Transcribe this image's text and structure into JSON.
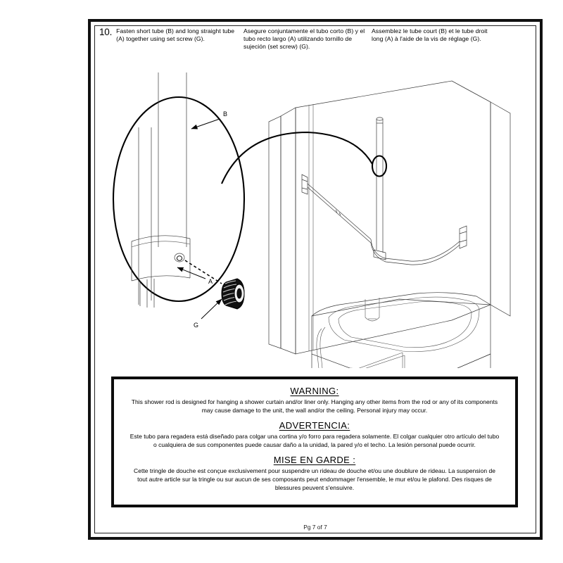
{
  "document": {
    "type": "assembly-instruction-sheet",
    "footer": "Pg 7 of 7",
    "page_border_color": "#111111"
  },
  "step": {
    "number": "10.",
    "english": "Fasten short tube (B) and long straight tube (A) together using set screw (G).",
    "spanish": "Asegure conjuntamente el tubo corto (B) y el tubo recto largo (A) utilizando tornillo de sujeción (set screw) (G).",
    "french": "Assemblez le tube court (B) et le tube droit long (A) à l'aide de la vis de réglage (G)."
  },
  "diagram": {
    "callout_labels": {
      "short_tube": "B",
      "long_tube": "A",
      "set_screw": "G"
    },
    "parts": [
      {
        "id": "B",
        "name": "short tube"
      },
      {
        "id": "A",
        "name": "long straight tube"
      },
      {
        "id": "G",
        "name": "set screw"
      }
    ],
    "scene": "shower stall with bathtub, wall-mounted curved shower rod and vertical support tube"
  },
  "warnings": [
    {
      "title": "WARNING:",
      "body": "This shower rod is designed for hanging a shower curtain and/or liner only. Hanging any other items from the rod or any of its components may cause damage to the unit, the wall and/or the ceiling. Personal injury may occur."
    },
    {
      "title": "ADVERTENCIA:",
      "body": "Este tubo para regadera está diseñado para colgar una cortina y/o forro para regadera solamente. El colgar cualquier otro artículo del tubo o cualquiera de sus componentes puede causar daño a la unidad, la pared y/o el techo. La lesión personal puede ocurrir."
    },
    {
      "title": "MISE EN GARDE :",
      "body": "Cette tringle de douche est conçue exclusivement pour suspendre un rideau de douche et/ou une doublure de rideau. La suspension de tout autre article sur la tringle ou sur aucun de ses composants peut endommager l'ensemble, le mur et/ou le plafond. Des risques de blessures peuvent s'ensuivre."
    }
  ]
}
